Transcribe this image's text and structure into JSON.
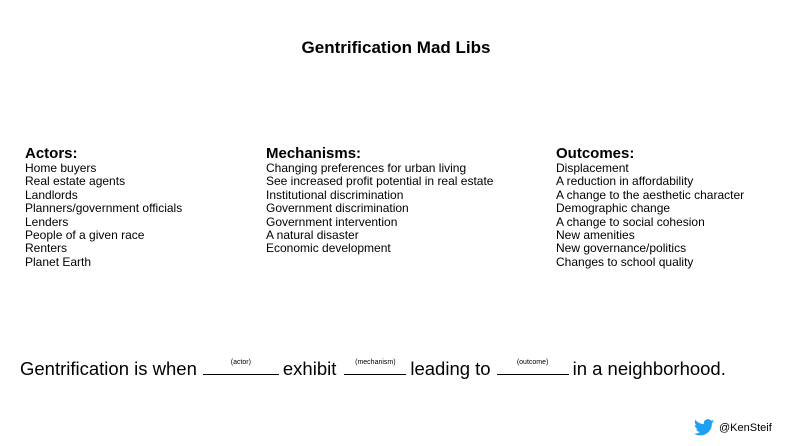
{
  "title": "Gentrification Mad Libs",
  "columns": {
    "actors": {
      "heading": "Actors:",
      "items": [
        "Home buyers",
        "Real estate agents",
        "Landlords",
        "Planners/government  officials",
        "Lenders",
        "People of a given race",
        "Renters",
        "Planet Earth"
      ]
    },
    "mechanisms": {
      "heading": "Mechanisms:",
      "items": [
        "Changing  preferences for urban living",
        "See increased profit potential in real estate",
        "Institutional discrimination",
        "Government discrimination",
        "Government  intervention",
        "A natural disaster",
        "Economic development"
      ]
    },
    "outcomes": {
      "heading": "Outcomes:",
      "items": [
        "Displacement",
        "A reduction in affordability",
        "A change to the aesthetic character",
        "Demographic  change",
        "A change  to social cohesion",
        "New amenities",
        "New governance/politics",
        "Changes  to school quality"
      ]
    }
  },
  "sentence": {
    "part1": "Gentrification is when",
    "blank1_hint": "(actor)",
    "part2": "exhibit",
    "blank2_hint": "(mechanism)",
    "part3": "leading to",
    "blank3_hint": "(outcome)",
    "part4": "in a neighborhood."
  },
  "credit": {
    "icon": "twitter-bird-icon",
    "icon_color": "#1da1f2",
    "handle": "@KenSteif"
  }
}
